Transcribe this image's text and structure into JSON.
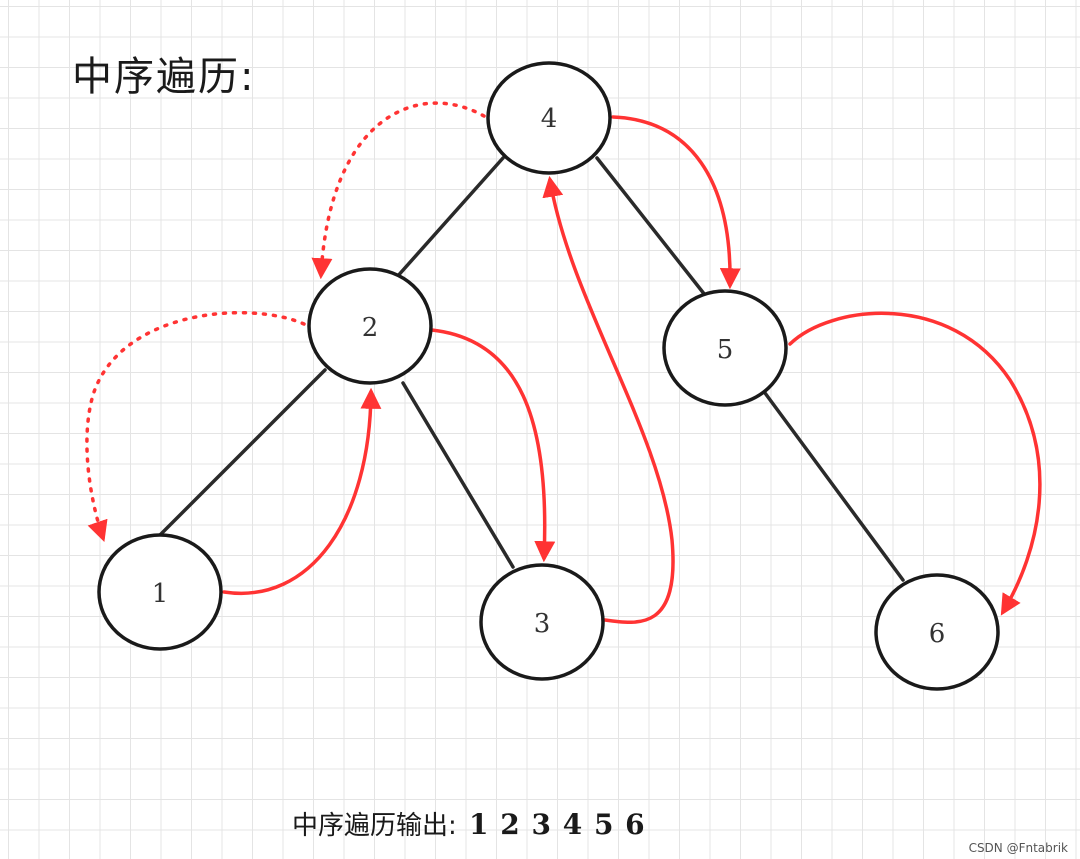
{
  "title": "中序遍历:",
  "output": {
    "label": "中序遍历输出:",
    "sequence": "1 2 3 4 5 6"
  },
  "watermark": "CSDN @Fntabrik",
  "colors": {
    "edge": "#2a2a2a",
    "traversal_arrow": "#ff3333",
    "node_fill": "#ffffff",
    "node_stroke": "#1a1a1a",
    "grid": "#e4e4e4"
  },
  "tree": {
    "nodes": [
      {
        "id": "n4",
        "label": "4"
      },
      {
        "id": "n2",
        "label": "2"
      },
      {
        "id": "n5",
        "label": "5"
      },
      {
        "id": "n1",
        "label": "1"
      },
      {
        "id": "n3",
        "label": "3"
      },
      {
        "id": "n6",
        "label": "6"
      }
    ],
    "edges": [
      {
        "from": "4",
        "to": "2"
      },
      {
        "from": "4",
        "to": "5"
      },
      {
        "from": "2",
        "to": "1"
      },
      {
        "from": "2",
        "to": "3"
      },
      {
        "from": "5",
        "to": "6"
      }
    ],
    "traversal_arrows": [
      {
        "from": "4",
        "to": "2",
        "style": "dotted"
      },
      {
        "from": "2",
        "to": "1",
        "style": "dotted"
      },
      {
        "from": "1",
        "to": "2",
        "style": "solid"
      },
      {
        "from": "2",
        "to": "3",
        "style": "solid"
      },
      {
        "from": "3",
        "to": "4",
        "style": "solid"
      },
      {
        "from": "4",
        "to": "5",
        "style": "solid"
      },
      {
        "from": "5",
        "to": "6",
        "style": "solid"
      }
    ]
  }
}
